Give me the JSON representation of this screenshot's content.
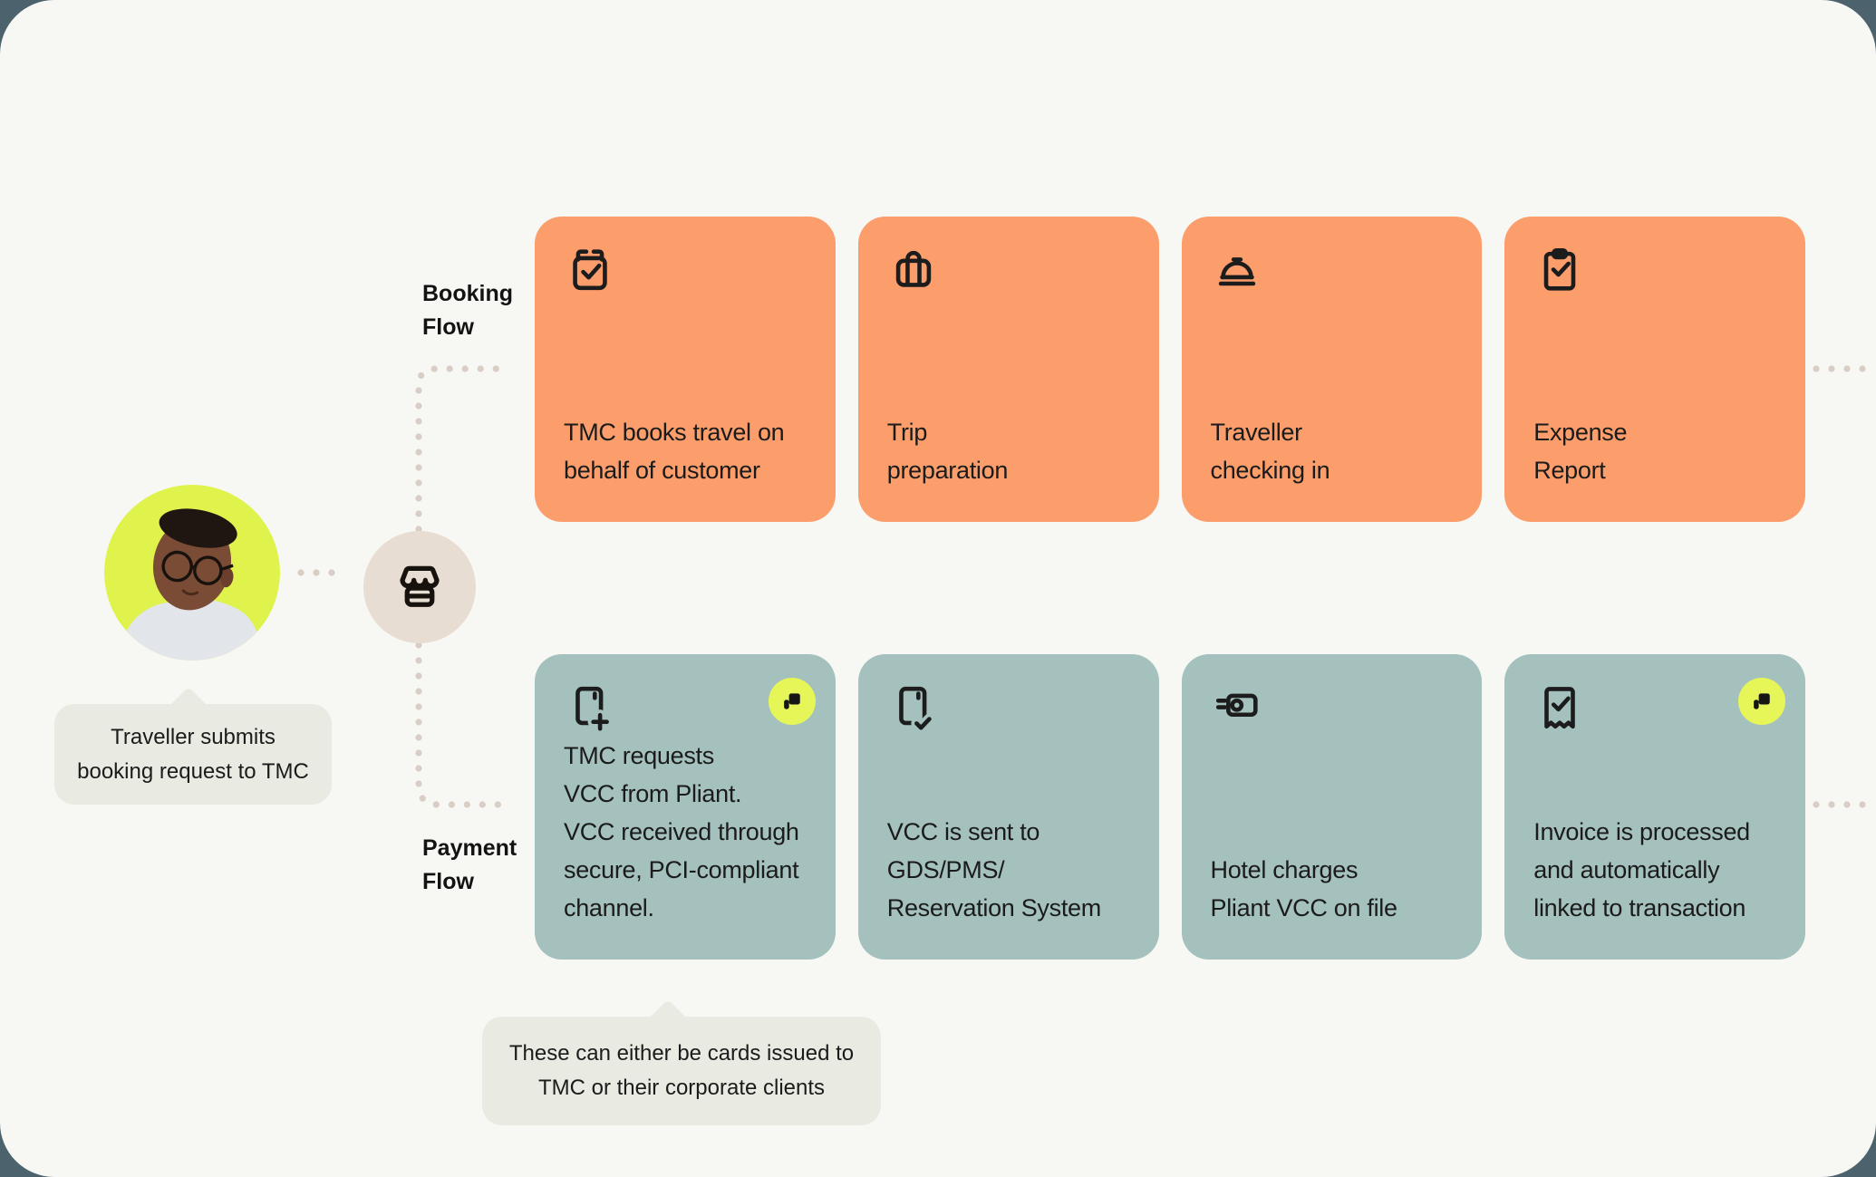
{
  "colors": {
    "panel": "#F7F7F4",
    "outer": "#4C626D",
    "orange": "#FB9E6C",
    "teal": "#A4C1BD",
    "chartreuse": "#E0F24C",
    "badge": "#E6F557",
    "store": "#E7DDD3",
    "bubble": "#E9EAE2",
    "dots": "#D8CEC5",
    "text": "#1B1B1B"
  },
  "labels": {
    "booking_flow": "Booking\nFlow",
    "payment_flow": "Payment\nFlow"
  },
  "traveller": {
    "avatar": "traveller-portrait",
    "bubble_text": "Traveller submits\nbooking request to TMC"
  },
  "hub": {
    "icon": "storefront-icon"
  },
  "booking_cards": [
    {
      "icon": "calendar-check-icon",
      "text": "TMC books travel on\nbehalf of customer"
    },
    {
      "icon": "luggage-icon",
      "text": "Trip\npreparation"
    },
    {
      "icon": "service-bell-icon",
      "text": "Traveller\nchecking in"
    },
    {
      "icon": "clipboard-check-icon",
      "text": "Expense\nReport"
    }
  ],
  "payment_cards": [
    {
      "icon": "card-add-icon",
      "badge": "pliant-logo",
      "text": "TMC requests\nVCC from Pliant.\nVCC received through\nsecure, PCI-compliant\nchannel."
    },
    {
      "icon": "card-check-icon",
      "badge": null,
      "text": "VCC is sent to\nGDS/PMS/\nReservation System"
    },
    {
      "icon": "banknote-send-icon",
      "badge": null,
      "text": "Hotel charges\nPliant VCC on file"
    },
    {
      "icon": "receipt-check-icon",
      "badge": "pliant-logo",
      "text": "Invoice is processed\nand automatically\nlinked to transaction"
    }
  ],
  "footer_bubble": {
    "text": "These can either be cards issued to\nTMC or their corporate clients"
  }
}
